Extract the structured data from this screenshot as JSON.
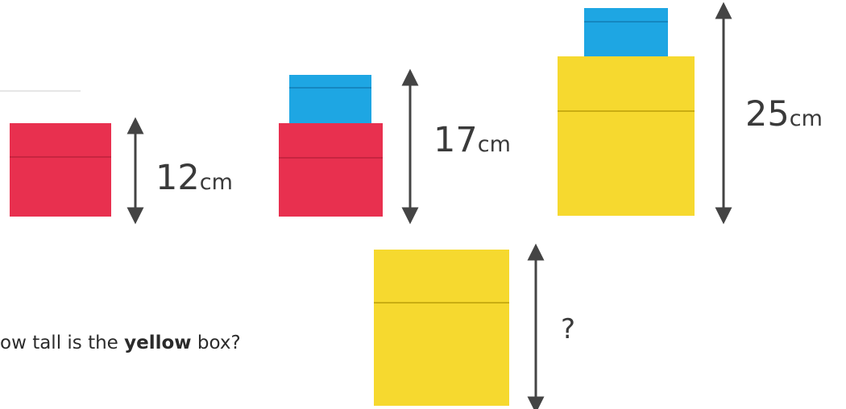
{
  "colors": {
    "red": "#e8304f",
    "red_dark": "#c72540",
    "blue": "#1ea6e3",
    "blue_dark": "#1587c0",
    "yellow": "#f6d92f",
    "yellow_dark": "#c9ad12",
    "arrow": "#444444"
  },
  "stacks": [
    {
      "name": "red box",
      "height_label": {
        "number": "12",
        "unit": "cm"
      }
    },
    {
      "name": "blue box on red box",
      "height_label": {
        "number": "17",
        "unit": "cm"
      }
    },
    {
      "name": "blue box on yellow box",
      "height_label": {
        "number": "25",
        "unit": "cm"
      }
    },
    {
      "name": "yellow box",
      "height_label": {
        "number": "?",
        "unit": ""
      }
    }
  ],
  "question": {
    "before": "ow tall is the ",
    "emphasis": "yellow",
    "after": " box?"
  }
}
